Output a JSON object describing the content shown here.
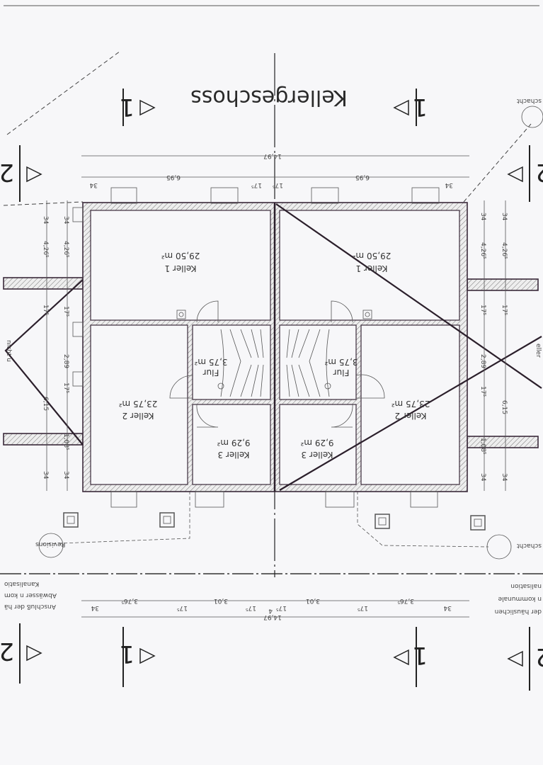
{
  "title": "Kellergeschoss",
  "rooms": {
    "left": {
      "keller1": "Keller 1",
      "keller1_area": "29,50 m²",
      "keller2": "Keller 2",
      "keller2_area": "23,75 m²",
      "keller3": "Keller 3",
      "keller3_area": "9,29 m²",
      "flur": "Flur",
      "flur_area": "3,75 m²"
    },
    "right": {
      "keller1": "Keller 1",
      "keller1_area": "29,50 m²",
      "keller2": "Keller 2",
      "keller2_area": "23,75 m²",
      "keller3": "Keller 3",
      "keller3_area": "9,29 m²",
      "flur": "Flur",
      "flur_area": "3,75 m²"
    }
  },
  "dimensions": {
    "top_total": "14,97",
    "top": [
      "34",
      "6,95",
      "17⁵",
      "17⁵",
      "6,95",
      "34"
    ],
    "bottom": [
      "34",
      "3,76⁵",
      "17⁵",
      "3,01",
      "17⁵",
      "4",
      "17⁵",
      "3,01",
      "17⁵",
      "3,76⁵",
      "34"
    ],
    "bottom_total": "14,97",
    "left_outer": [
      "34",
      "4,26⁵",
      "17⁵",
      "6,15",
      "34"
    ],
    "left_inner": [
      "34",
      "4,26⁵",
      "17⁵",
      "2,89",
      "17⁵",
      "1,08⁵",
      "34"
    ],
    "right_outer": [
      "34",
      "4,26⁵",
      "17⁵",
      "6,15",
      "34"
    ],
    "right_inner": [
      "34",
      "4,26⁵",
      "17⁵",
      "2,89",
      "17⁵",
      "1,08⁵",
      "34"
    ]
  },
  "section_marks": {
    "one": "1",
    "two": "2"
  },
  "notes": {
    "revision": "Revisions",
    "left_1": "Anschluß der hä",
    "left_2": "Abwässer n kom",
    "left_3": "Kanalisatio",
    "left_side": "nicht u",
    "right_schacht_top": "schacht",
    "right_schacht_bottom": "schacht",
    "right_1": "der häuslichen",
    "right_2": "n kommunale",
    "right_3": "nalisation",
    "right_side": "eller"
  }
}
